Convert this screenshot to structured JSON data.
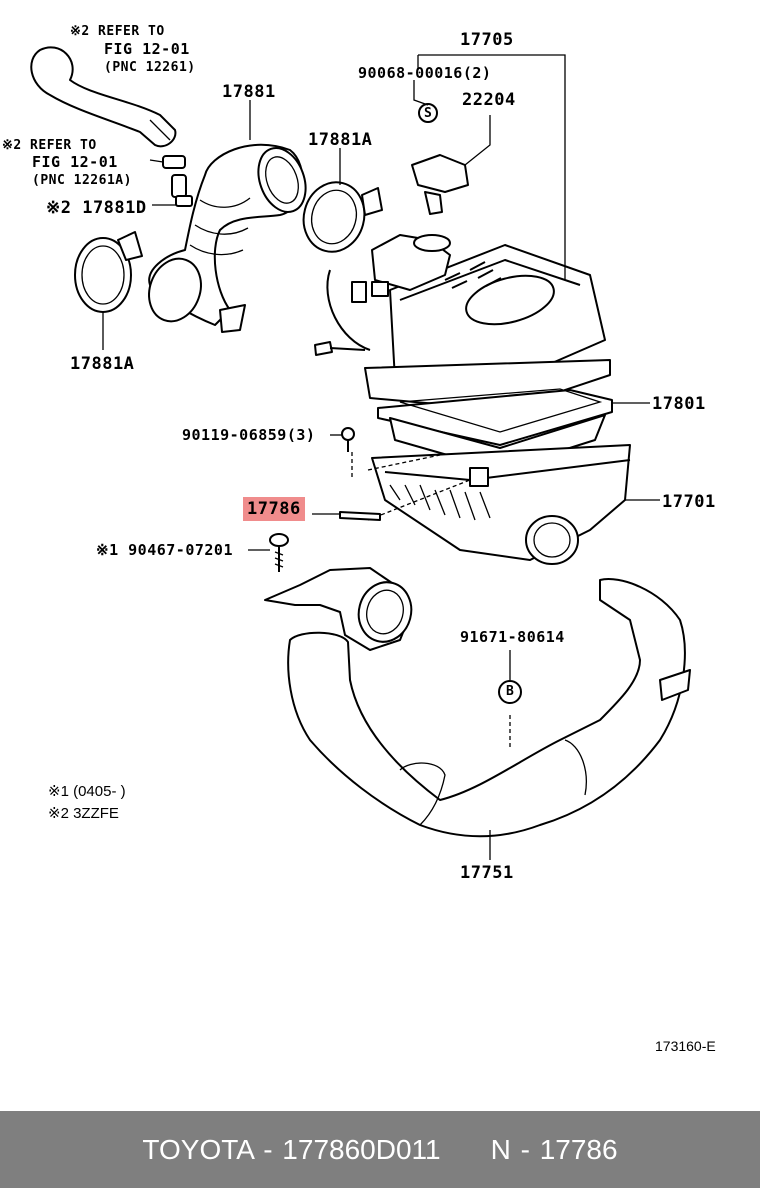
{
  "labels": {
    "refer1": [
      "※2 REFER TO",
      "FIG 12-01",
      "(PNC 12261)"
    ],
    "refer2": [
      "※2 REFER TO",
      "FIG 12-01",
      "(PNC 12261A)"
    ],
    "p17705": "17705",
    "p90068": "90068-00016(2)",
    "p22204": "22204",
    "p17881": "17881",
    "p17881A_top": "17881A",
    "p17881D": "※2 17881D",
    "p17881A_bottom": "17881A",
    "p90119": "90119-06859(3)",
    "p17801": "17801",
    "p17786": "17786",
    "p17701": "17701",
    "p90467": "※1 90467-07201",
    "p91671": "91671-80614",
    "p17751": "17751",
    "mark_s": "S",
    "mark_b": "B"
  },
  "notes": {
    "note1": "※1 (0405-        )",
    "note2": "※2 3ZZFE"
  },
  "figure_code": "173160-E",
  "footer": {
    "brand_part": "TOYOTA - 177860D011",
    "pnc": "N - 17786"
  },
  "colors": {
    "highlight": "#f08c8c",
    "footer_bg": "#7f7f7f",
    "footer_text": "#ffffff"
  }
}
